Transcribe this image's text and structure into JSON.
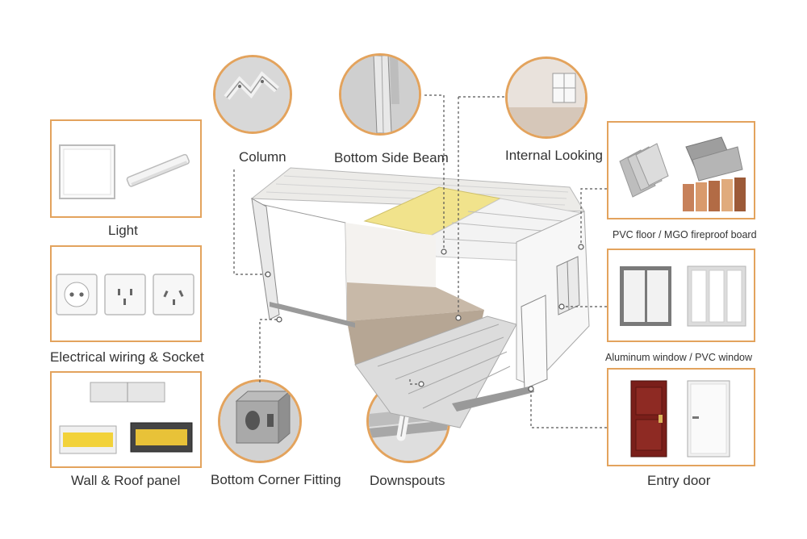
{
  "labels": {
    "light": "Light",
    "electrical": "Electrical wiring & Socket",
    "wall_roof": "Wall & Roof panel",
    "column": "Column",
    "bottom_side_beam": "Bottom Side Beam",
    "internal_looking": "Internal Looking",
    "pvc_floor": "PVC floor / MGO fireproof board",
    "window": "Aluminum window / PVC window",
    "entry_door": "Entry door",
    "bottom_corner": "Bottom Corner Fitting",
    "downspouts": "Downspouts"
  },
  "icons": {
    "light": "light-panel-icon",
    "socket": "socket-icon",
    "panel": "sandwich-panel-icon",
    "column": "column-profile-icon",
    "beam": "beam-icon",
    "interior": "interior-room-icon",
    "floor": "floor-board-icon",
    "window": "window-icon",
    "door": "door-icon",
    "corner": "corner-fitting-icon",
    "downspout": "downspout-icon"
  },
  "colors": {
    "accent": "#e3a35d",
    "connector": "#555555"
  }
}
